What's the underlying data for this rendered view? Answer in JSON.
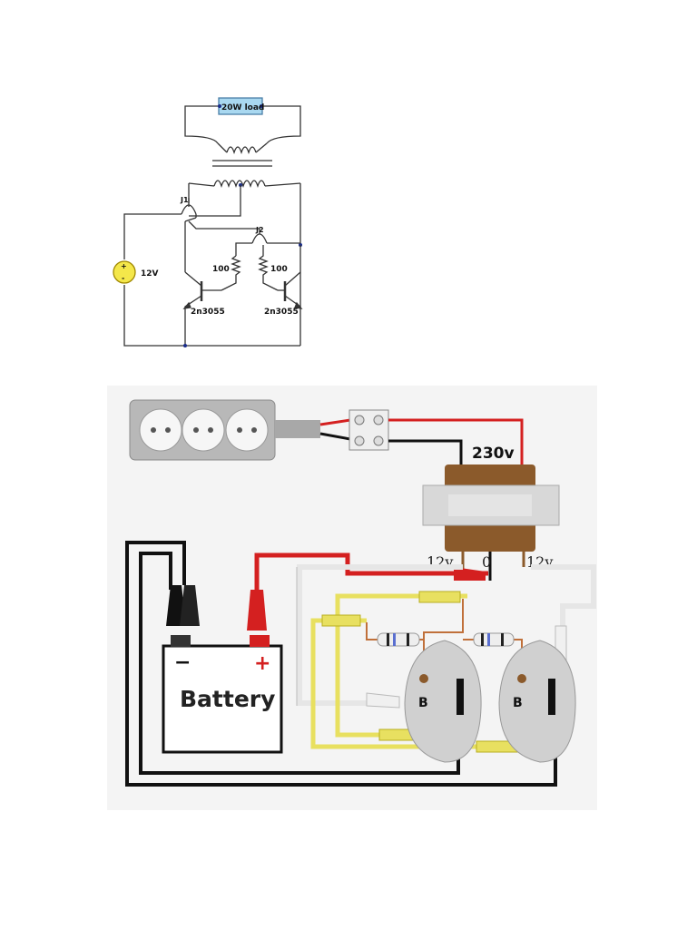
{
  "schematic": {
    "load_label": "20W load",
    "j1_label": "J1",
    "j2_label": "J2",
    "source_label": "12V",
    "source_plus": "+",
    "source_minus": "-",
    "r1_label": "100",
    "r2_label": "100",
    "q1_label": "2n3055",
    "q2_label": "2n3055"
  },
  "wiring": {
    "primary_label": "230v",
    "tap_left_label": "12v",
    "tap_center_label": "0",
    "tap_right_label": "12v",
    "battery_label": "Battery",
    "battery_minus": "−",
    "battery_plus": "+",
    "transistor_left_pin": "B",
    "transistor_right_pin": "B"
  },
  "colors": {
    "red_wire": "#d42020",
    "black_wire": "#111111",
    "yellow_wire": "#e8e060",
    "white_wire": "#e6e6e6",
    "transformer_core": "#d8d8d8",
    "transformer_coil": "#8b5a2b",
    "panel_bg": "#f4f4f4",
    "load_fill": "#a9d8f0"
  }
}
